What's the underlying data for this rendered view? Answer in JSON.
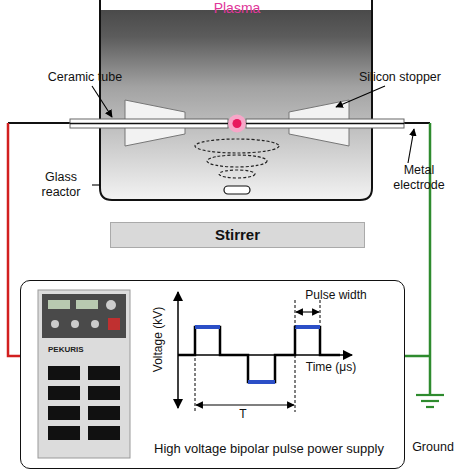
{
  "diagram": {
    "nodes": [
      {
        "text": [
          "Stirrer"
        ]
      },
      {
        "text": [
          "High voltage bipolar pulse power supply"
        ]
      }
    ],
    "labels": [
      "Plasma",
      "Ceramic tube",
      "Silicon stopper",
      "Glass reactor",
      "Metal electrode",
      "PEKURIS",
      "Voltage (kV)",
      "Pulse width",
      "Time (μs)",
      "T",
      "Ground"
    ]
  }
}
